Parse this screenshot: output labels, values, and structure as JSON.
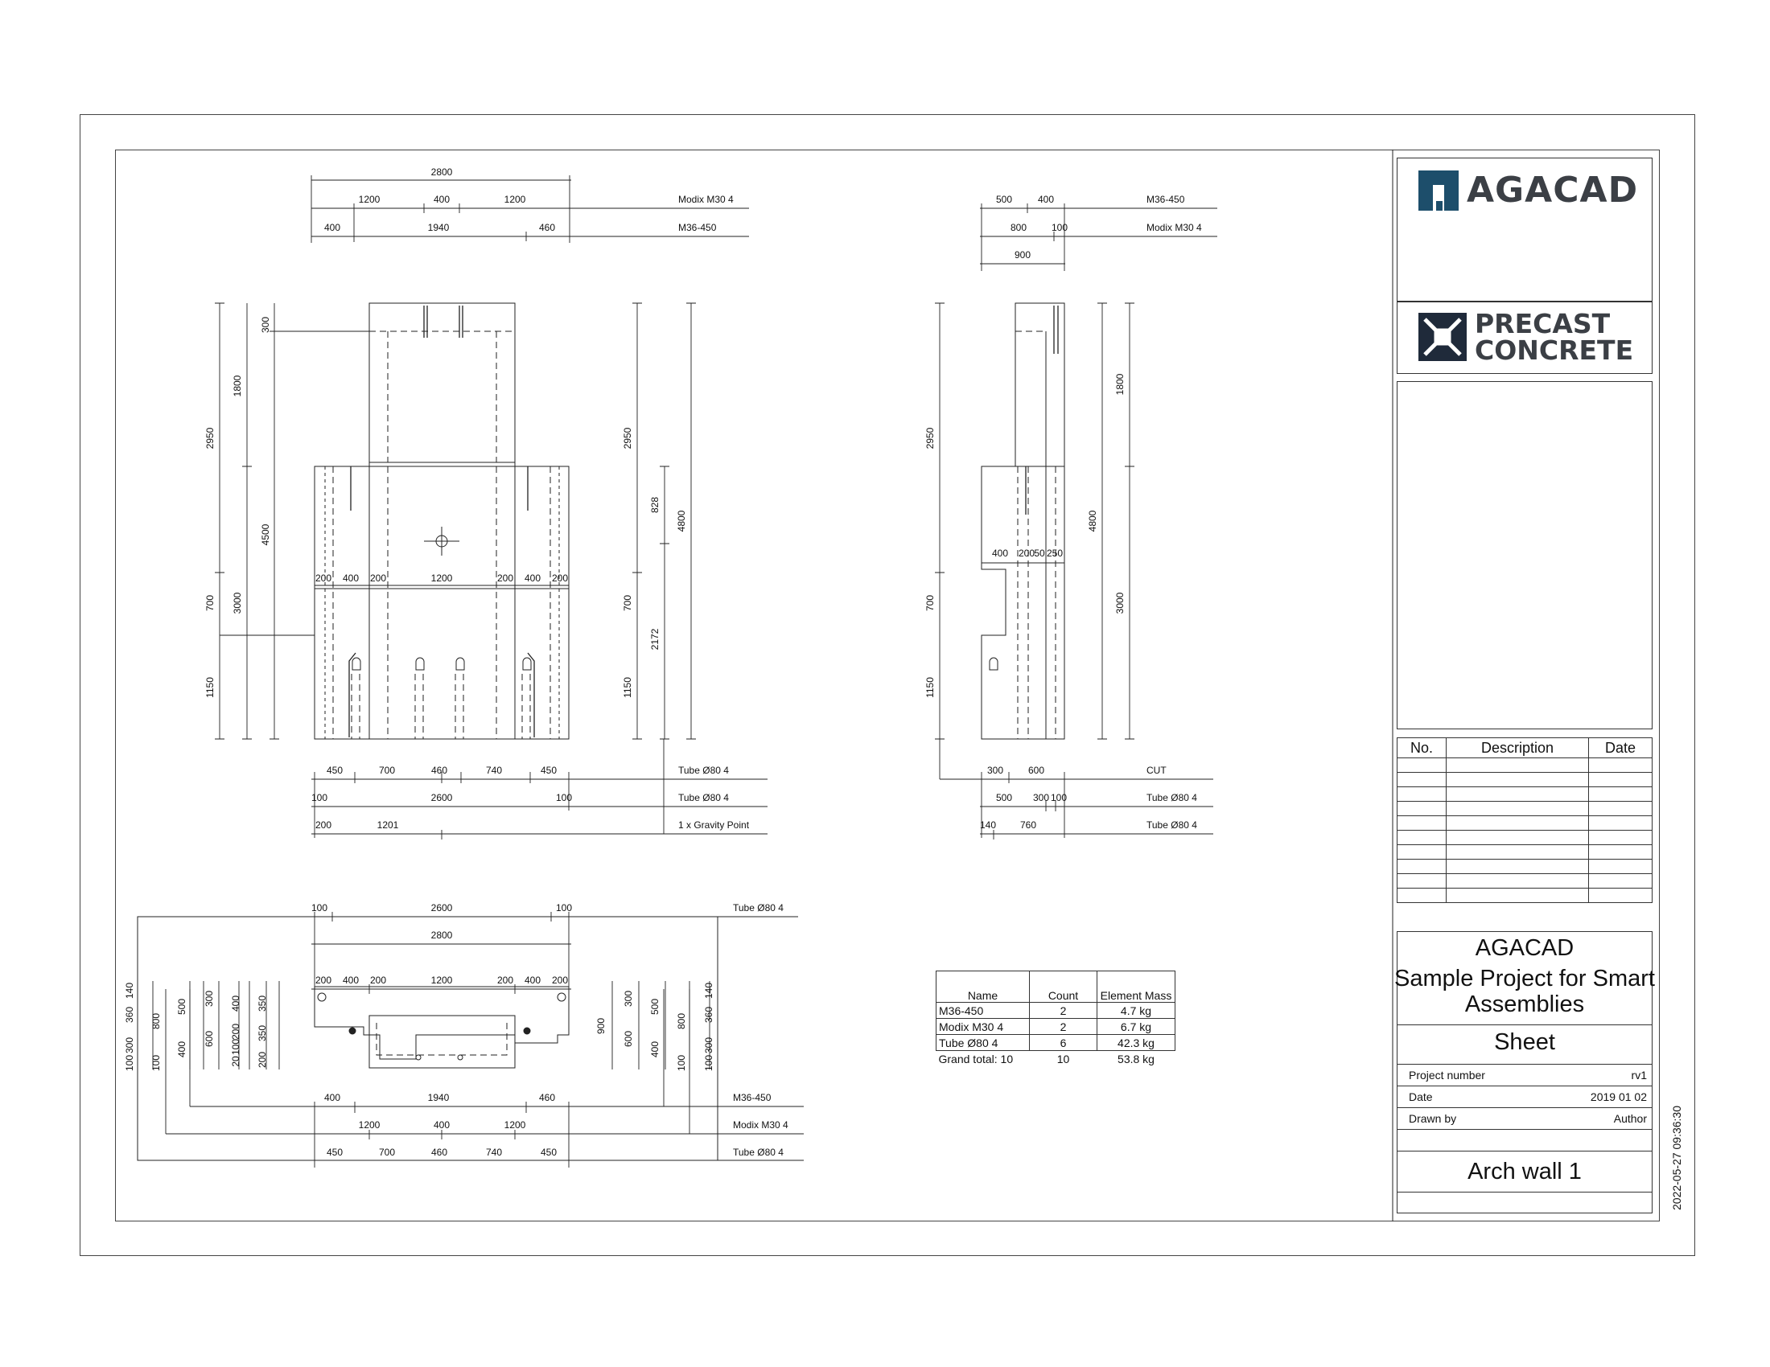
{
  "title_block": {
    "company_logo_text": "AGACAD",
    "product_logo_line1": "PRECAST",
    "product_logo_line2": "CONCRETE",
    "company": "AGACAD",
    "project_name_line1": "Sample Project for Smart",
    "project_name_line2": "Assemblies",
    "sheet_label": "Sheet",
    "project_number_label": "Project number",
    "project_number": "rv1",
    "date_label": "Date",
    "date": "2019 01 02",
    "drawn_by_label": "Drawn by",
    "drawn_by": "Author",
    "sheet_name": "Arch wall 1",
    "timestamp": "2022-05-27 09:36:30"
  },
  "revision_table": {
    "headers": [
      "No.",
      "Description",
      "Date"
    ],
    "empty_rows": 10
  },
  "quantity_table": {
    "headers": [
      "Name",
      "Count",
      "Element Mass"
    ],
    "rows": [
      {
        "name": "M36-450",
        "count": "2",
        "mass": "4.7 kg"
      },
      {
        "name": "Modix M30 4",
        "count": "2",
        "mass": "6.7 kg"
      },
      {
        "name": "Tube Ø80 4",
        "count": "6",
        "mass": "42.3 kg"
      }
    ],
    "total": {
      "name": "Grand total: 10",
      "count": "10",
      "mass": "53.8 kg"
    }
  },
  "annotations": {
    "front_top": [
      "2800",
      "1200",
      "400",
      "1200",
      "400",
      "1940",
      "460"
    ],
    "front_top_labels": [
      "Modix M30 4",
      "M36-450"
    ],
    "front_left": [
      "300",
      "1800",
      "2950",
      "4500",
      "700",
      "3000",
      "1150"
    ],
    "front_mid": [
      "200",
      "400",
      "200",
      "1200",
      "200",
      "400",
      "200"
    ],
    "front_right": [
      "2950",
      "828",
      "4800",
      "700",
      "2172",
      "1150"
    ],
    "front_bottom": [
      "450",
      "700",
      "460",
      "740",
      "450",
      "100",
      "2600",
      "100",
      "200",
      "1201"
    ],
    "front_bottom_labels": [
      "Tube Ø80 4",
      "Tube Ø80 4",
      "1 x Gravity Point"
    ],
    "side_top": [
      "500",
      "400",
      "800",
      "100",
      "900"
    ],
    "side_top_labels": [
      "M36-450",
      "Modix M30 4"
    ],
    "side_left": [
      "2950",
      "700",
      "1150"
    ],
    "side_mid": [
      "400",
      "200",
      "50",
      "250"
    ],
    "side_right": [
      "1800",
      "4800",
      "3000"
    ],
    "side_bottom": [
      "300",
      "600",
      "500",
      "300",
      "100",
      "140",
      "760"
    ],
    "side_bottom_labels": [
      "CUT",
      "Tube Ø80 4",
      "Tube Ø80 4"
    ],
    "plan_top": [
      "100",
      "2600",
      "100",
      "2800",
      "200",
      "400",
      "200",
      "1200",
      "200",
      "400",
      "200"
    ],
    "plan_top_label": "Tube Ø80 4",
    "plan_left": [
      "140",
      "360",
      "300",
      "100",
      "800",
      "100",
      "500",
      "400",
      "300",
      "600",
      "400",
      "200",
      "100",
      "20",
      "350",
      "200",
      "350"
    ],
    "plan_right": [
      "300",
      "500",
      "900",
      "600",
      "400",
      "800",
      "100",
      "140",
      "360",
      "300",
      "100"
    ],
    "plan_bottom": [
      "400",
      "1940",
      "460",
      "1200",
      "400",
      "1200",
      "450",
      "700",
      "460",
      "740",
      "450"
    ],
    "plan_bottom_labels": [
      "M36-450",
      "Modix M30 4",
      "Tube Ø80 4"
    ]
  }
}
